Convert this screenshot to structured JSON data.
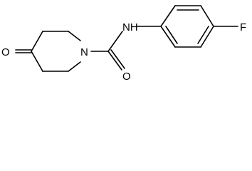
{
  "molecule": {
    "atoms": {
      "o_ketone": "O",
      "n_ring": "N",
      "n_amide": "NH",
      "o_amide": "O",
      "f": "F"
    }
  },
  "colors": {
    "bond": "#000000",
    "background": "#ffffff"
  }
}
